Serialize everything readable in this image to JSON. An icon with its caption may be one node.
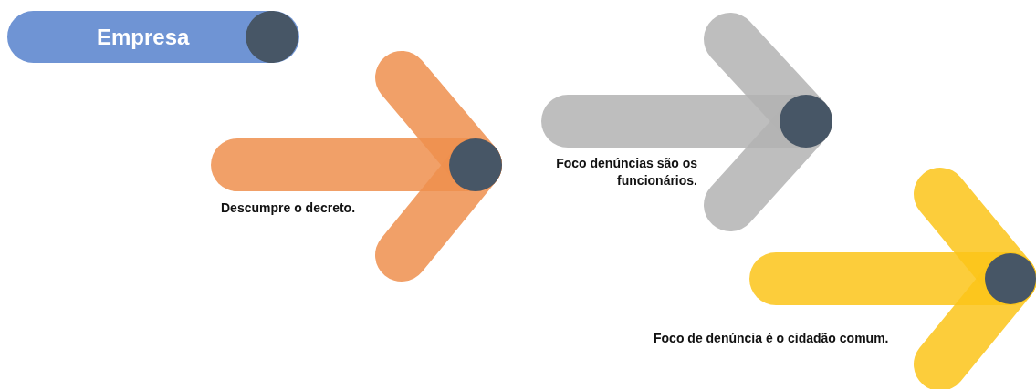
{
  "diagram": {
    "nodes": [
      {
        "text": [
          "Empresa"
        ]
      },
      {
        "text": [
          "Descumpre o decreto."
        ]
      },
      {
        "text": [
          "Foco denúncias são os funcionários."
        ]
      },
      {
        "text": [
          "Foco de denúncia é o cidadão comum."
        ]
      }
    ]
  }
}
